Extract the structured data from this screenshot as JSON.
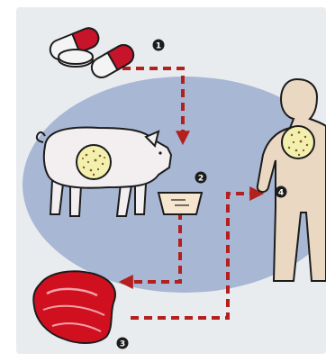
{
  "diagram": {
    "colors": {
      "frame_bg": "#e9ecef",
      "ellipse": "#a7b7d4",
      "arrow": "#b3201d",
      "outline": "#1c1c1c",
      "pig": "#f3eff0",
      "human": "#ead8c2",
      "meat": "#d1101f",
      "meat_light": "#f0a3aa",
      "capsule_red": "#c8142a",
      "capsule_white": "#f4f4f4",
      "bacteria_dish": "#f3efad",
      "bacteria_dots": "#7c5d2a",
      "trough": "#f7e6cf"
    },
    "steps": [
      {
        "number": "1",
        "icon": "antibiotic-capsules-icon"
      },
      {
        "number": "2",
        "icon": "pig-icon"
      },
      {
        "number": "3",
        "icon": "raw-meat-icon"
      },
      {
        "number": "4",
        "icon": "human-icon"
      }
    ]
  }
}
